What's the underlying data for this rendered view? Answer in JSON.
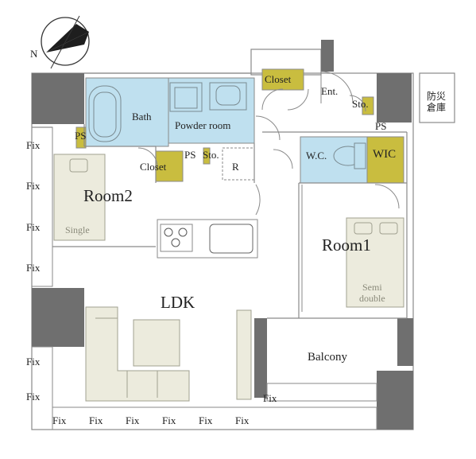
{
  "compass": {
    "north_label": "N"
  },
  "rooms": {
    "closet_top": "Closet",
    "ent": "Ent.",
    "sto_ent": "Sto.",
    "disaster_storage": "防災\n倉庫",
    "bath": "Bath",
    "powder_room": "Powder room",
    "ps_left": "PS",
    "ps_right": "PS",
    "closet_room2": "Closet",
    "ps_mid": "PS",
    "sto_mid": "Sto.",
    "refrigerator": "R",
    "wc": "W.C.",
    "wic": "WIC",
    "room2": "Room2",
    "room1": "Room1",
    "ldk": "LDK",
    "balcony": "Balcony"
  },
  "beds": {
    "single": "Single",
    "semi_double": "Semi\ndouble"
  },
  "fix_label": "Fix",
  "colors": {
    "wall": "#6f6f6f",
    "wet_area": "#bfe0ef",
    "storage": "#c9bd3f",
    "furniture": "#ecebdd",
    "line": "#8a8a8a"
  }
}
